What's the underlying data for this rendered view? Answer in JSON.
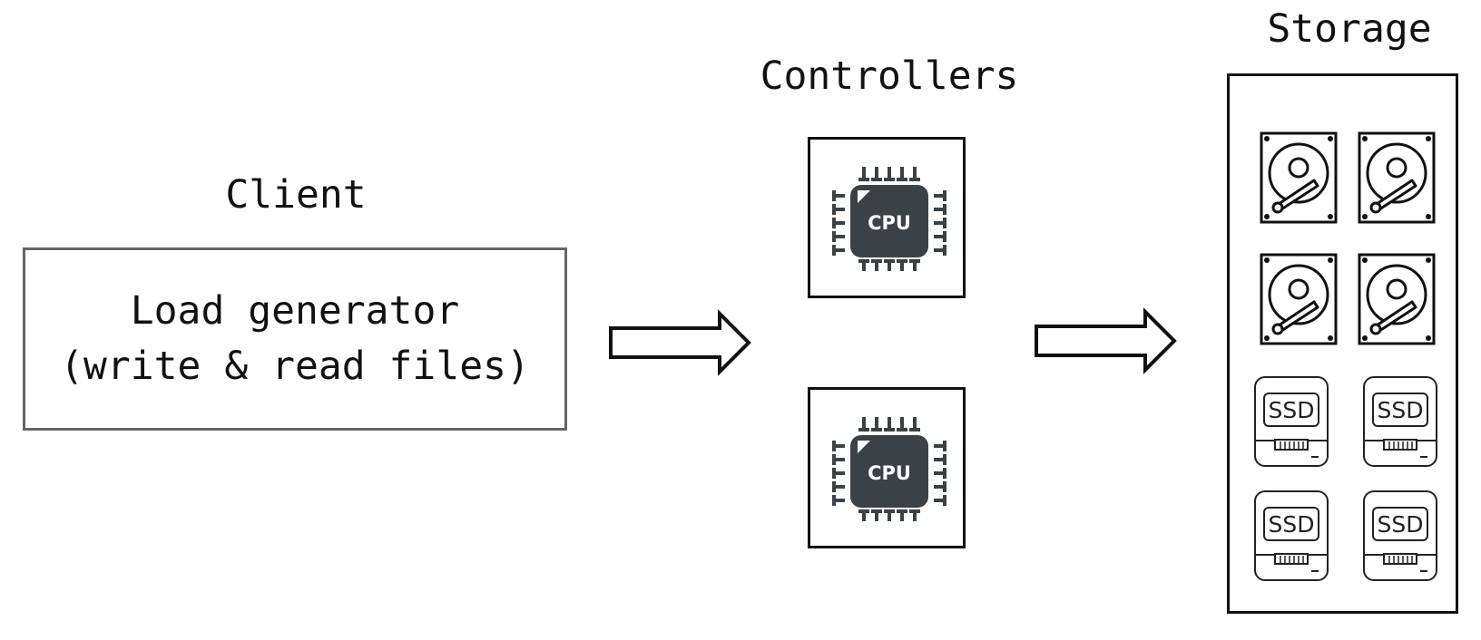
{
  "client": {
    "title": "Client",
    "box_line1": "Load generator",
    "box_line2": "(write & read files)"
  },
  "controllers": {
    "title": "Controllers",
    "cpu_label": "CPU",
    "count": 2,
    "icon": "cpu-chip-icon"
  },
  "storage": {
    "title": "Storage",
    "hdd_count": 4,
    "ssd_count": 4,
    "ssd_label": "SSD",
    "hdd_icon": "hard-disk-icon",
    "ssd_icon": "ssd-icon"
  },
  "arrows": [
    "client-to-controllers",
    "controllers-to-storage"
  ],
  "colors": {
    "cpu_fill": "#3a4147",
    "client_border": "#666666",
    "stroke": "#111111"
  }
}
